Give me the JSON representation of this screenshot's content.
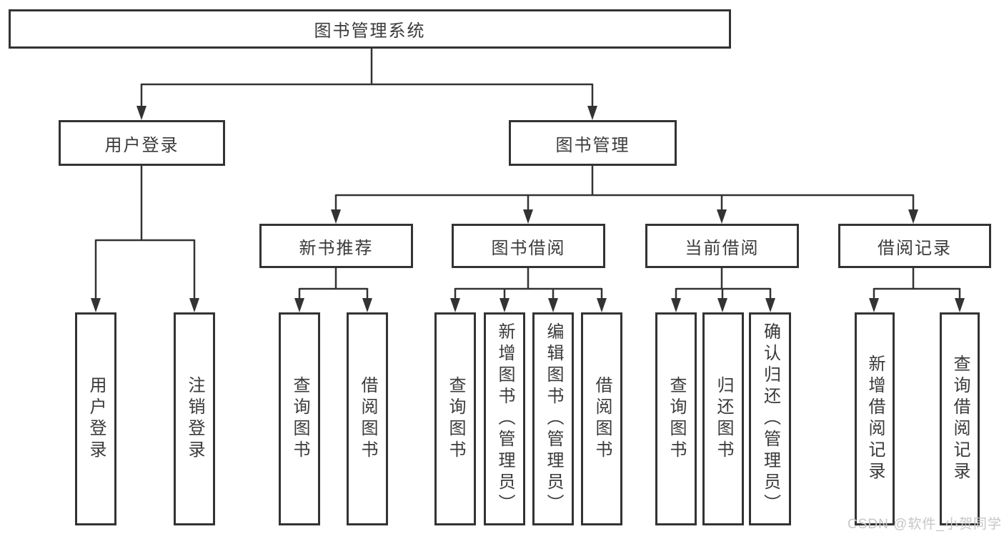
{
  "diagram": {
    "root": "图书管理系统",
    "branches": [
      {
        "label": "用户登录",
        "leaves": [
          "用户登录",
          "注销登录"
        ]
      },
      {
        "label": "图书管理",
        "sections": [
          {
            "label": "新书推荐",
            "leaves": [
              "查询图书",
              "借阅图书"
            ]
          },
          {
            "label": "图书借阅",
            "leaves": [
              "查询图书",
              "新增图书（管理员）",
              "编辑图书（管理员）",
              "借阅图书"
            ]
          },
          {
            "label": "当前借阅",
            "leaves": [
              "查询图书",
              "归还图书",
              "确认归还（管理员）"
            ]
          },
          {
            "label": "借阅记录",
            "leaves": [
              "新增借阅记录",
              "查询借阅记录"
            ]
          }
        ]
      }
    ]
  },
  "watermark": "CSDN @软件_小贺同学",
  "colors": {
    "line": "#333333",
    "text": "#3a3a3a",
    "background": "#ffffff",
    "watermark": "#c6c6c6"
  }
}
